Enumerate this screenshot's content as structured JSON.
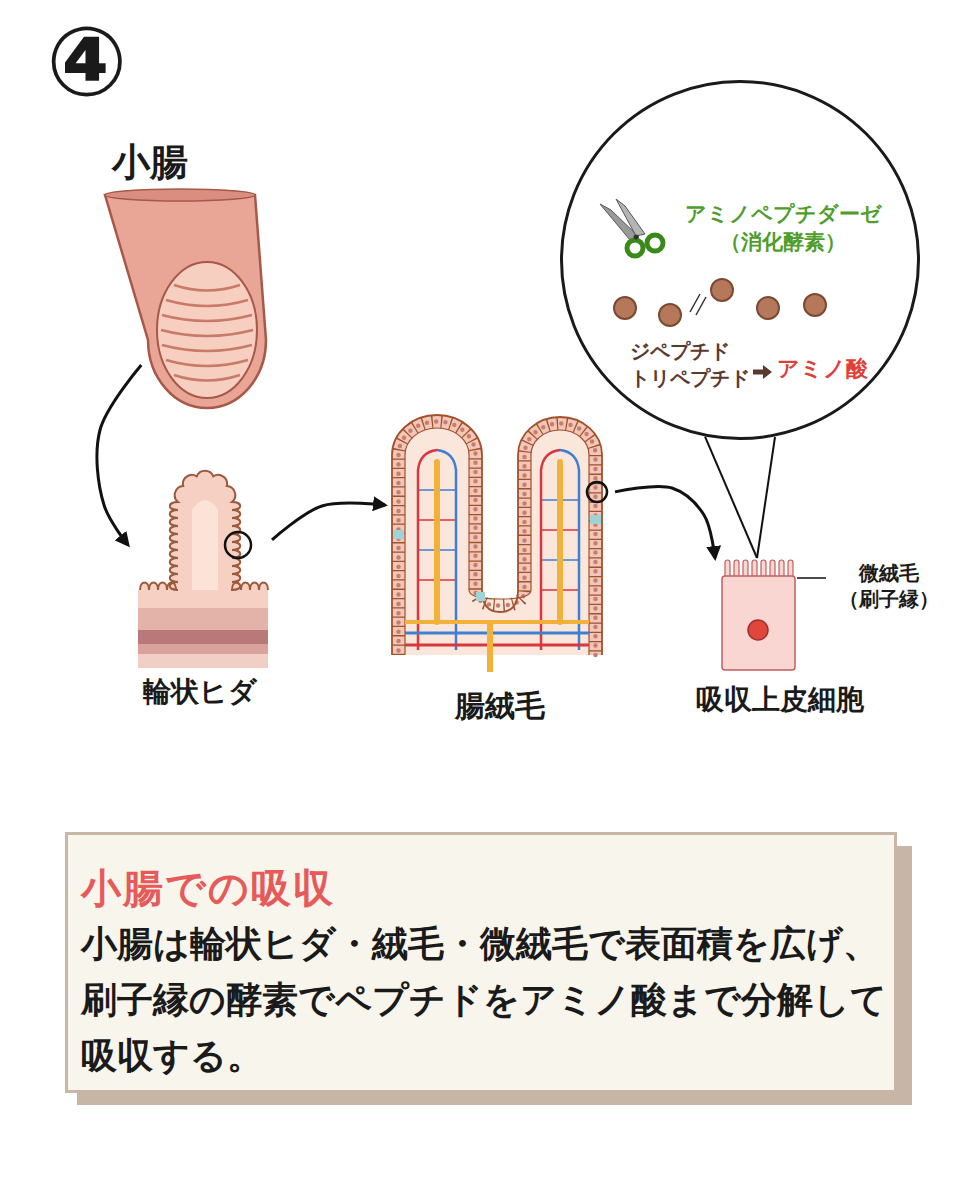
{
  "diagram": {
    "nodes": [
      {
        "text": [
          "小腸"
        ]
      },
      {
        "text": [
          "輪状ヒダ"
        ]
      },
      {
        "text": [
          "腸絨毛"
        ]
      },
      {
        "text": [
          "吸収上皮細胞"
        ]
      },
      {
        "text": [
          "アミノペプチダーゼ （消化酵素）",
          "ジペプチド トリペプチド",
          "アミノ酸"
        ]
      },
      {
        "text": [
          "小腸での吸収",
          "小腸は輪状ヒダ・絨毛・微絨毛で表面積を広げ、 刷子縁の酵素でペプチドをアミノ酸まで分解して 吸収する。"
        ]
      }
    ],
    "edges": [
      {
        "from": 0,
        "to": 1,
        "arrow": "to"
      },
      {
        "from": 1,
        "to": 2,
        "arrow": "to"
      },
      {
        "from": 2,
        "to": 3,
        "arrow": "to"
      },
      {
        "from": 3,
        "to": 4,
        "arrow": "none"
      }
    ],
    "labels": [
      "④",
      "微絨毛 （刷子縁）"
    ]
  }
}
